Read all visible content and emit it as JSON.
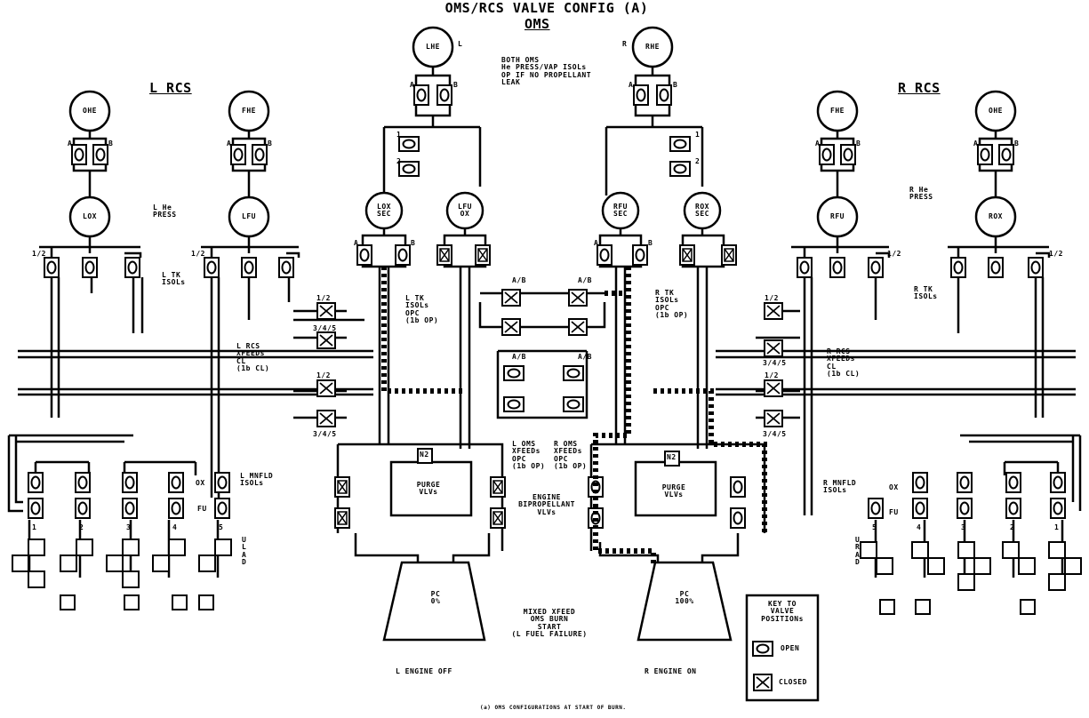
{
  "title": "OMS/RCS VALVE CONFIG (A)",
  "oms_heading": "OMS",
  "lrcs_heading": "L RCS",
  "rrcs_heading": "R RCS",
  "tanks": {
    "l_ohe": "OHE",
    "l_fhe": "FHE",
    "l_lox": "LOX",
    "l_lfu": "LFU",
    "lhe": "LHE",
    "rhe": "RHE",
    "lox_sec": "LOX\nSEC",
    "lfu_ox": "LFU\nOX",
    "rfu_sec": "RFU\nSEC",
    "rox_sec": "ROX\nSEC",
    "r_fhe": "FHE",
    "r_ohe": "OHE",
    "r_rfu": "RFU",
    "r_rox": "ROX"
  },
  "labels": {
    "both_oms": "BOTH OMS\nHe PRESS/VAP ISOLs\nOP IF NO PROPELLANT\nLEAK",
    "l_he_press": "L He\nPRESS",
    "r_he_press": "R He\nPRESS",
    "l_tk_isols": "L TK\nISOLs",
    "r_tk_isols": "R TK\nISOLs",
    "l_tk_isols_opc": "L TK\nISOLs\nOPC\n(1b OP)",
    "r_tk_isols_opc": "R TK\nISOLs\nOPC\n(1b OP)",
    "l_rcs_xfeed": "L RCS\nXFEEDs\nCL\n(1b CL)",
    "r_rcs_xfeed": "R RCS\nXFEEDs\nCL\n(1b CL)",
    "l_oms_xfeed": "L OMS\nXFEEDs\nOPC\n(1b OP)",
    "r_oms_xfeed": "R OMS\nXFEEDs\nOPC\n(1b OP)",
    "engine_biprop": "ENGINE\nBIPROPELLANT\nVLVs",
    "purge_l": "PURGE\nVLVs",
    "purge_r": "PURGE\nVLVs",
    "n2_l": "N2",
    "n2_r": "N2",
    "l_manifold": "L MNFLD\nISOLs",
    "r_manifold": "R MNFLD\nISOLs",
    "ox_l": "OX",
    "fu_l": "FU",
    "ox_r": "OX",
    "fu_r": "FU",
    "pc_l": "PC\n0%",
    "pc_r": "PC\n100%",
    "mixed_xfeed": "MIXED XFEED\nOMS BURN\nSTART\n(L FUEL FAILURE)",
    "l_engine_off": "L ENGINE OFF",
    "r_engine_on": "R ENGINE ON",
    "key_title": "KEY TO\nVALVE\nPOSITIONs",
    "key_open": "OPEN",
    "key_closed": "CLOSED",
    "footnote": "(a) OMS CONFIGURATIONS AT START OF BURN.",
    "half": "1/2",
    "three_four_five": "3/4/5",
    "a": "A",
    "b": "B",
    "ab": "A/B",
    "one": "1",
    "two": "2",
    "l": "L",
    "r": "R",
    "ulad": "U\nL\nA\nD",
    "urad": "U\nR\nA\nD"
  },
  "manifold_numbers_left": [
    "1",
    "2",
    "3",
    "4",
    "5"
  ],
  "manifold_numbers_right": [
    "5",
    "4",
    "3",
    "2",
    "1"
  ]
}
